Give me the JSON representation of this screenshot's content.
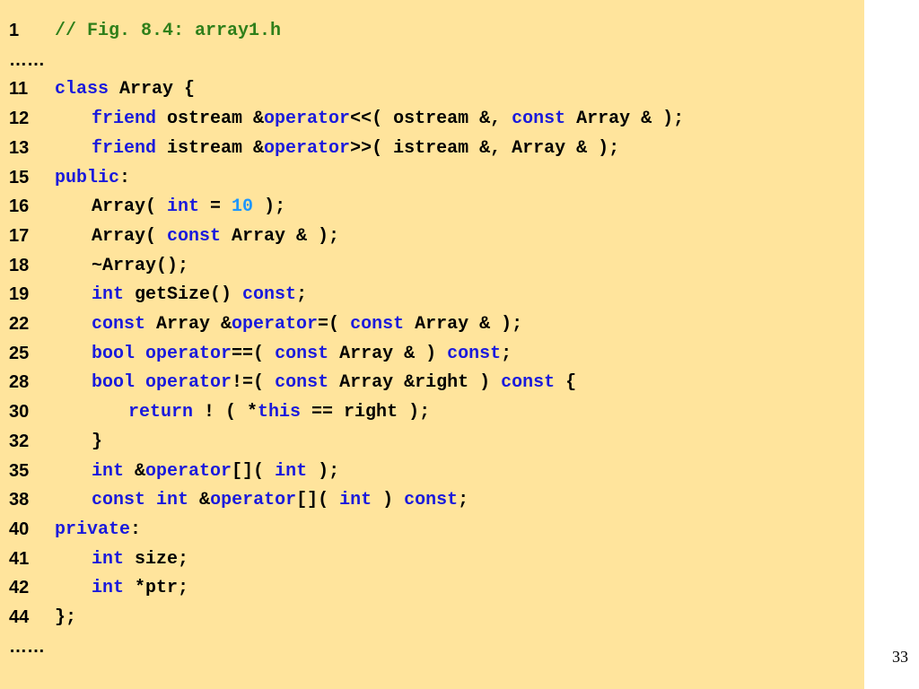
{
  "slide": {
    "page_number": "33",
    "colors": {
      "background": "#ffe49c",
      "comment": "#2f7f1a",
      "keyword": "#1a1adc",
      "number": "#1e96ff",
      "text": "#000000"
    },
    "lines": [
      {
        "ln": "1",
        "indent": 0,
        "tokens": [
          {
            "t": "// Fig. 8.4: array1.h",
            "c": "comment"
          }
        ]
      },
      {
        "ln": "……",
        "indent": 0,
        "tokens": []
      },
      {
        "ln": "11",
        "indent": 0,
        "tokens": [
          {
            "t": "class",
            "c": "kw"
          },
          {
            "t": " Array {",
            "c": "plain"
          }
        ]
      },
      {
        "ln": "12",
        "indent": 1,
        "tokens": [
          {
            "t": "friend",
            "c": "kw"
          },
          {
            "t": " ostream &",
            "c": "plain"
          },
          {
            "t": "operator",
            "c": "kw"
          },
          {
            "t": "<<( ostream &, ",
            "c": "plain"
          },
          {
            "t": "const",
            "c": "kw"
          },
          {
            "t": " Array & );",
            "c": "plain"
          }
        ]
      },
      {
        "ln": "13",
        "indent": 1,
        "tokens": [
          {
            "t": "friend",
            "c": "kw"
          },
          {
            "t": " istream &",
            "c": "plain"
          },
          {
            "t": "operator",
            "c": "kw"
          },
          {
            "t": ">>( istream &, Array & );",
            "c": "plain"
          }
        ]
      },
      {
        "ln": "15",
        "indent": 0,
        "tokens": [
          {
            "t": "public",
            "c": "kw"
          },
          {
            "t": ":",
            "c": "plain"
          }
        ]
      },
      {
        "ln": "16",
        "indent": 1,
        "tokens": [
          {
            "t": "Array( ",
            "c": "plain"
          },
          {
            "t": "int",
            "c": "kw"
          },
          {
            "t": " = ",
            "c": "plain"
          },
          {
            "t": "10",
            "c": "num"
          },
          {
            "t": " );",
            "c": "plain"
          }
        ]
      },
      {
        "ln": "17",
        "indent": 1,
        "tokens": [
          {
            "t": "Array( ",
            "c": "plain"
          },
          {
            "t": "const",
            "c": "kw"
          },
          {
            "t": " Array & );",
            "c": "plain"
          }
        ]
      },
      {
        "ln": "18",
        "indent": 1,
        "tokens": [
          {
            "t": "~Array();",
            "c": "plain"
          }
        ]
      },
      {
        "ln": "19",
        "indent": 1,
        "tokens": [
          {
            "t": "int",
            "c": "kw"
          },
          {
            "t": " getSize() ",
            "c": "plain"
          },
          {
            "t": "const",
            "c": "kw"
          },
          {
            "t": ";",
            "c": "plain"
          }
        ]
      },
      {
        "ln": "22",
        "indent": 1,
        "tokens": [
          {
            "t": "const",
            "c": "kw"
          },
          {
            "t": " Array &",
            "c": "plain"
          },
          {
            "t": "operator",
            "c": "kw"
          },
          {
            "t": "=( ",
            "c": "plain"
          },
          {
            "t": "const",
            "c": "kw"
          },
          {
            "t": " Array & );",
            "c": "plain"
          }
        ]
      },
      {
        "ln": "25",
        "indent": 1,
        "tokens": [
          {
            "t": "bool",
            "c": "kw"
          },
          {
            "t": " ",
            "c": "plain"
          },
          {
            "t": "operator",
            "c": "kw"
          },
          {
            "t": "==( ",
            "c": "plain"
          },
          {
            "t": "const",
            "c": "kw"
          },
          {
            "t": " Array & ) ",
            "c": "plain"
          },
          {
            "t": "const",
            "c": "kw"
          },
          {
            "t": ";",
            "c": "plain"
          }
        ]
      },
      {
        "ln": "28",
        "indent": 1,
        "tokens": [
          {
            "t": "bool",
            "c": "kw"
          },
          {
            "t": " ",
            "c": "plain"
          },
          {
            "t": "operator",
            "c": "kw"
          },
          {
            "t": "!=( ",
            "c": "plain"
          },
          {
            "t": "const",
            "c": "kw"
          },
          {
            "t": " Array &right ) ",
            "c": "plain"
          },
          {
            "t": "const",
            "c": "kw"
          },
          {
            "t": " {",
            "c": "plain"
          }
        ]
      },
      {
        "ln": "30",
        "indent": 2,
        "tokens": [
          {
            "t": "return",
            "c": "kw"
          },
          {
            "t": " ! ( *",
            "c": "plain"
          },
          {
            "t": "this",
            "c": "kw"
          },
          {
            "t": " == right );",
            "c": "plain"
          }
        ]
      },
      {
        "ln": "32",
        "indent": 1,
        "tokens": [
          {
            "t": "}",
            "c": "plain"
          }
        ]
      },
      {
        "ln": "35",
        "indent": 1,
        "tokens": [
          {
            "t": "int",
            "c": "kw"
          },
          {
            "t": " &",
            "c": "plain"
          },
          {
            "t": "operator",
            "c": "kw"
          },
          {
            "t": "[]( ",
            "c": "plain"
          },
          {
            "t": "int",
            "c": "kw"
          },
          {
            "t": " );",
            "c": "plain"
          }
        ]
      },
      {
        "ln": "38",
        "indent": 1,
        "tokens": [
          {
            "t": "const",
            "c": "kw"
          },
          {
            "t": " ",
            "c": "plain"
          },
          {
            "t": "int",
            "c": "kw"
          },
          {
            "t": " &",
            "c": "plain"
          },
          {
            "t": "operator",
            "c": "kw"
          },
          {
            "t": "[]( ",
            "c": "plain"
          },
          {
            "t": "int",
            "c": "kw"
          },
          {
            "t": " ) ",
            "c": "plain"
          },
          {
            "t": "const",
            "c": "kw"
          },
          {
            "t": ";",
            "c": "plain"
          }
        ]
      },
      {
        "ln": "40",
        "indent": 0,
        "tokens": [
          {
            "t": "private",
            "c": "kw"
          },
          {
            "t": ":",
            "c": "plain"
          }
        ]
      },
      {
        "ln": "41",
        "indent": 1,
        "tokens": [
          {
            "t": "int",
            "c": "kw"
          },
          {
            "t": " size;",
            "c": "plain"
          }
        ]
      },
      {
        "ln": "42",
        "indent": 1,
        "tokens": [
          {
            "t": "int",
            "c": "kw"
          },
          {
            "t": " *ptr;",
            "c": "plain"
          }
        ]
      },
      {
        "ln": "44",
        "indent": 0,
        "tokens": [
          {
            "t": "};",
            "c": "plain"
          }
        ]
      },
      {
        "ln": "……",
        "indent": 0,
        "tokens": []
      }
    ]
  }
}
